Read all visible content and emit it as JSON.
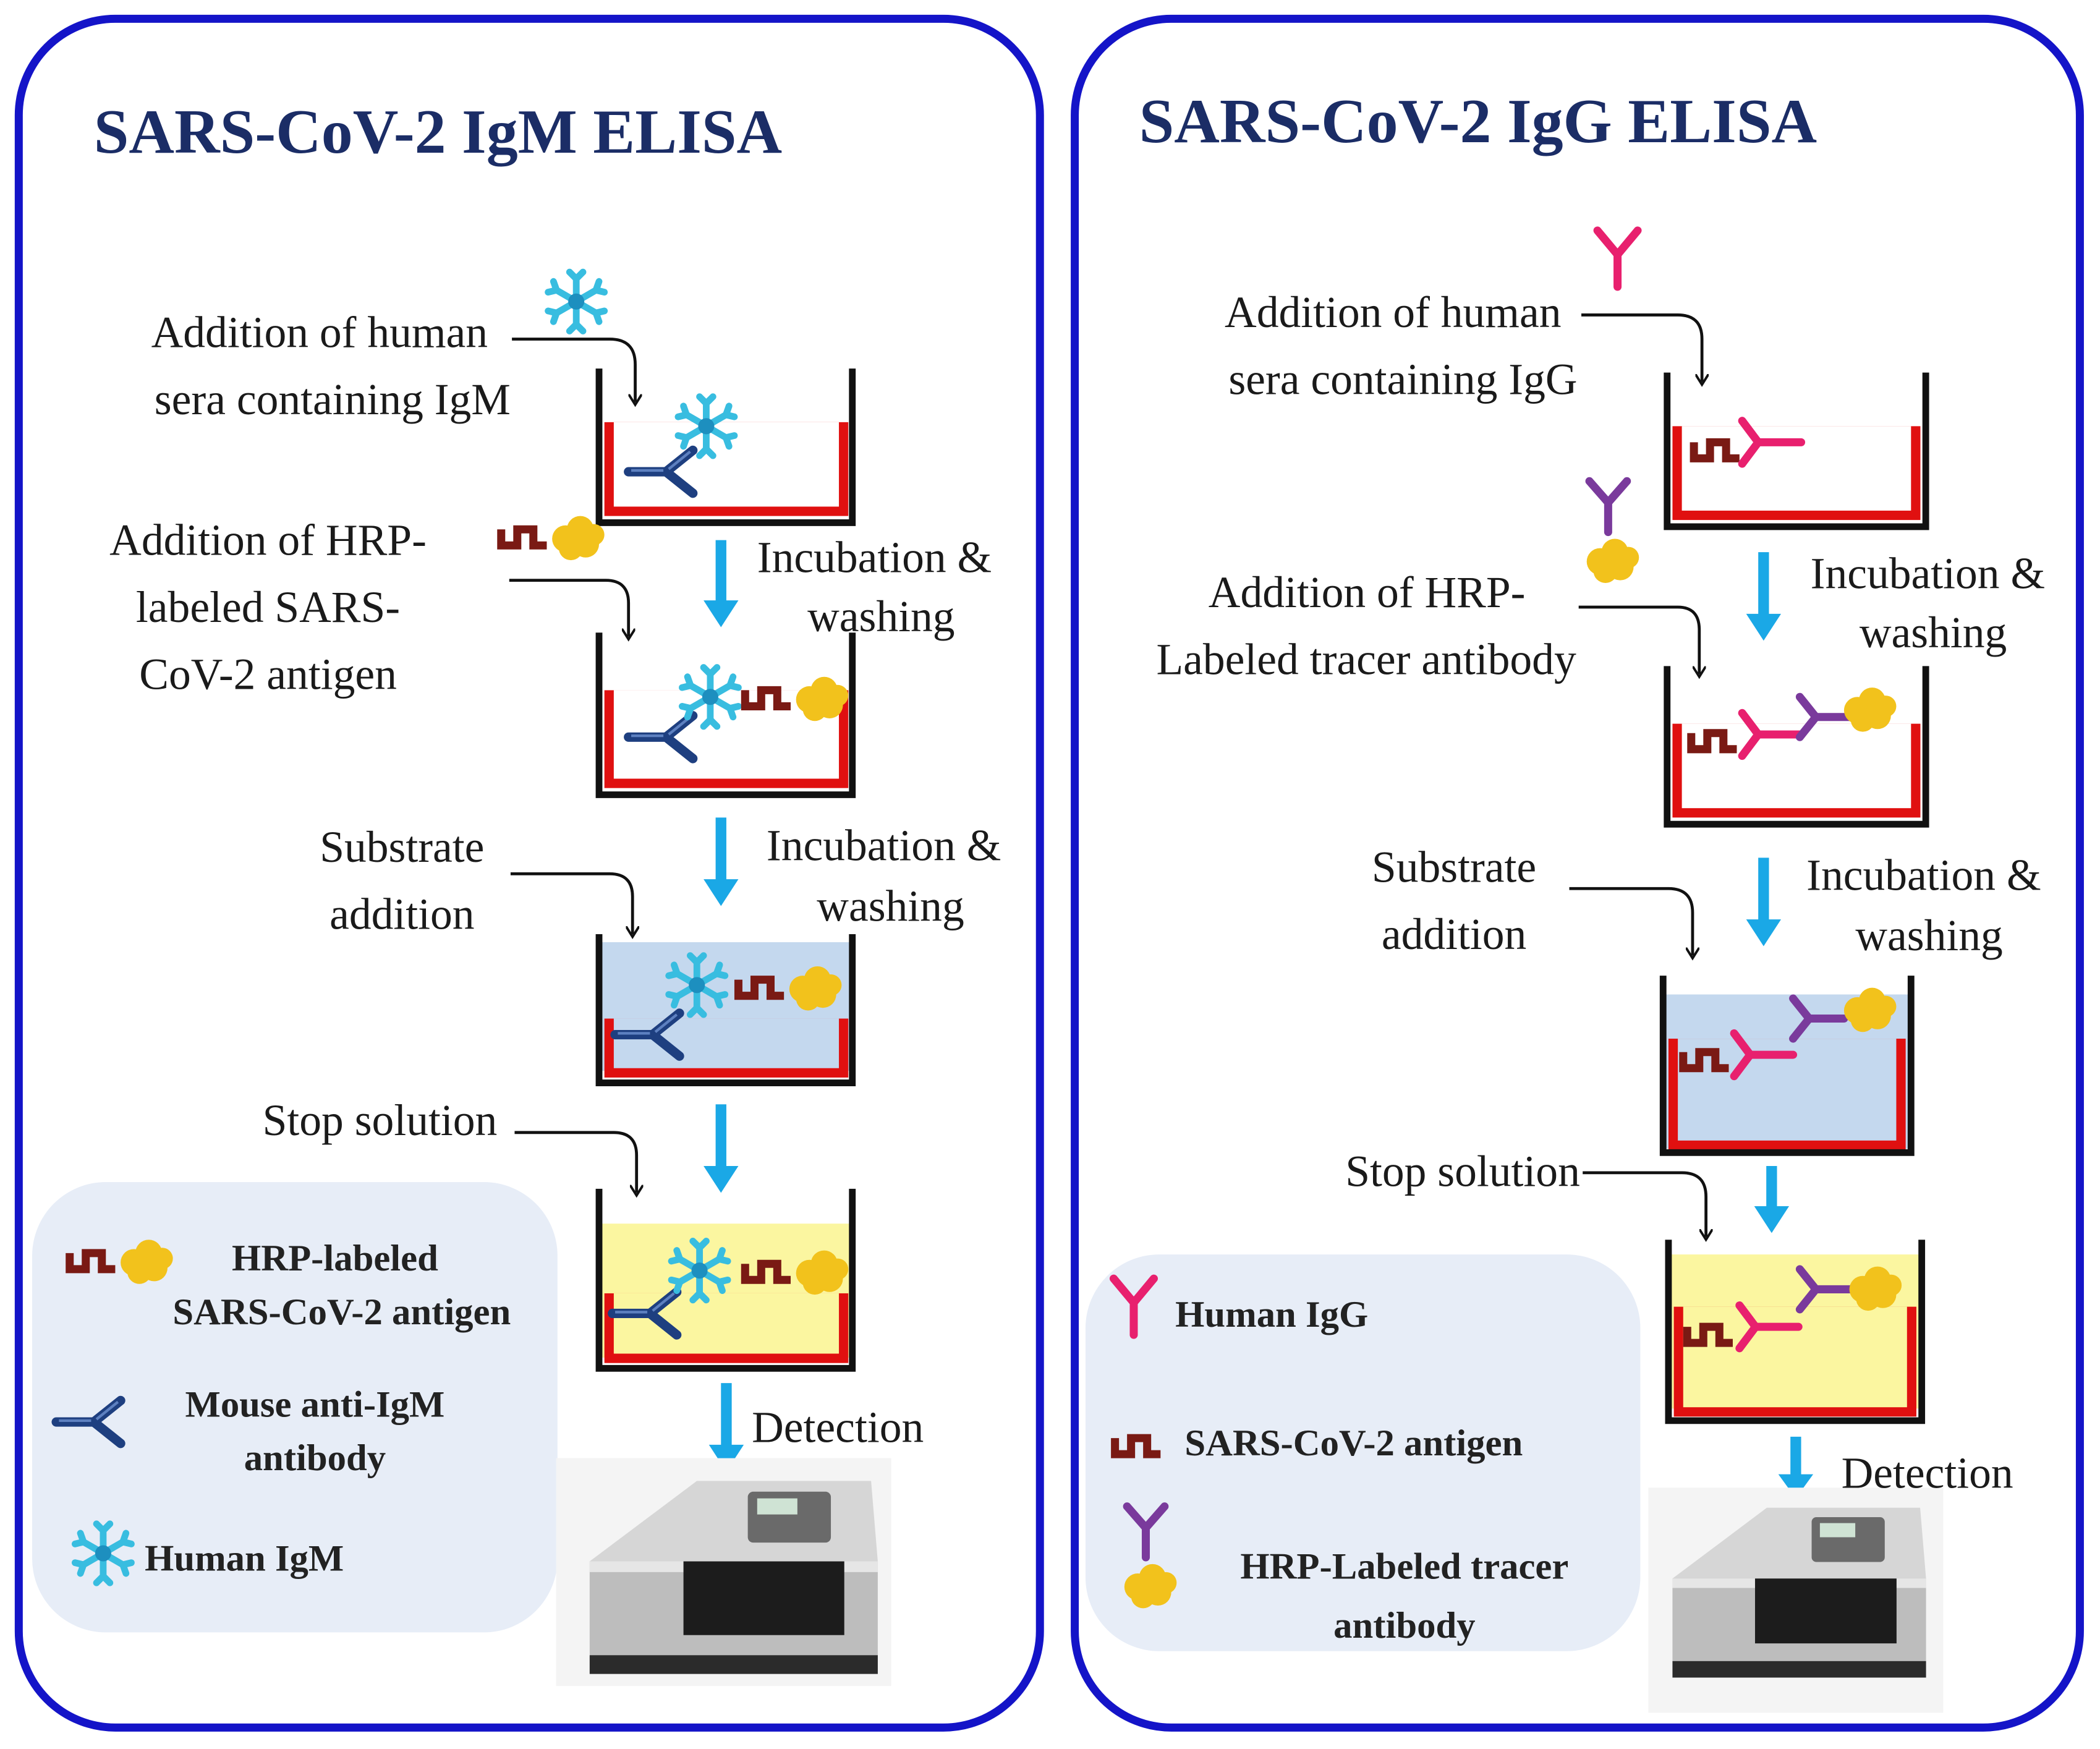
{
  "colors": {
    "panel_border": "#1414c8",
    "title": "#1b2d66",
    "well_fill": "#e01010",
    "substrate": "#c4d8ee",
    "stop": "#fbf6a0",
    "arrow": "#1aa8e6",
    "legend_bg": "#e7edf7",
    "igm": "#38bde0",
    "anti_igm": "#1e3f80",
    "antigen": "#7a1a14",
    "hrp": "#f2c21c",
    "human_igg": "#e8206e",
    "tracer": "#7a3a9c"
  },
  "igm_panel": {
    "title": "SARS-CoV-2 IgM ELISA",
    "steps": {
      "sera_line1": "Addition of human",
      "sera_line2": "sera containing IgM",
      "hrp_line1": "Addition of HRP-",
      "hrp_line2": "labeled SARS-",
      "hrp_line3": "CoV-2 antigen",
      "substrate_line1": "Substrate",
      "substrate_line2": "addition",
      "stop": "Stop solution"
    },
    "flow": {
      "incubation1_line1": "Incubation &",
      "incubation1_line2": "washing",
      "incubation2_line1": "Incubation &",
      "incubation2_line2": "washing",
      "detection": "Detection"
    },
    "legend": {
      "hrp_antigen_line1": "HRP-labeled",
      "hrp_antigen_line2": "SARS-CoV-2 antigen",
      "anti_igm_line1": "Mouse anti-IgM",
      "anti_igm_line2": "antibody",
      "human_igm": "Human IgM"
    }
  },
  "igg_panel": {
    "title": "SARS-CoV-2 IgG ELISA",
    "steps": {
      "sera_line1": "Addition of human",
      "sera_line2": "sera containing IgG",
      "hrp_line1": "Addition of HRP-",
      "hrp_line2": "Labeled tracer antibody",
      "substrate_line1": "Substrate",
      "substrate_line2": "addition",
      "stop": "Stop solution"
    },
    "flow": {
      "incubation1_line1": "Incubation &",
      "incubation1_line2": "washing",
      "incubation2_line1": "Incubation &",
      "incubation2_line2": "washing",
      "detection": "Detection"
    },
    "legend": {
      "human_igg": "Human IgG",
      "antigen": "SARS-CoV-2 antigen",
      "tracer_line1": "HRP-Labeled tracer",
      "tracer_line2": "antibody"
    }
  }
}
